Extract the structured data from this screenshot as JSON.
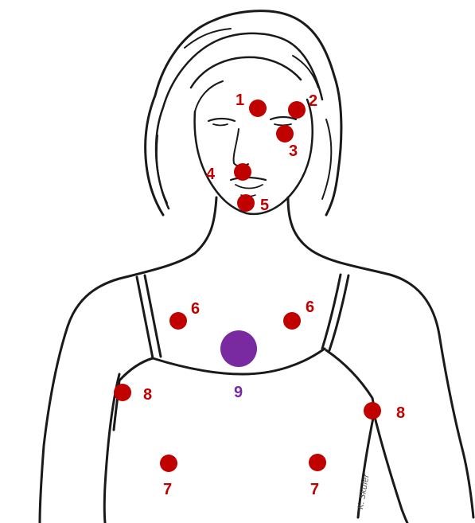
{
  "colors": {
    "point_red": "#c10000",
    "point_purple": "#7a2aa0",
    "ink": "#1a1a1a"
  },
  "points": [
    {
      "id": "p1",
      "label": "1",
      "color": "red"
    },
    {
      "id": "p2",
      "label": "2",
      "color": "red"
    },
    {
      "id": "p3",
      "label": "3",
      "color": "red"
    },
    {
      "id": "p4",
      "label": "4",
      "color": "red"
    },
    {
      "id": "p5",
      "label": "5",
      "color": "red"
    },
    {
      "id": "p6-left",
      "label": "6",
      "color": "red"
    },
    {
      "id": "p6-right",
      "label": "6",
      "color": "red"
    },
    {
      "id": "p7-left",
      "label": "7",
      "color": "red"
    },
    {
      "id": "p7-right",
      "label": "7",
      "color": "red"
    },
    {
      "id": "p8-left",
      "label": "8",
      "color": "red"
    },
    {
      "id": "p8-right",
      "label": "8",
      "color": "red"
    },
    {
      "id": "p9",
      "label": "9",
      "color": "purple"
    }
  ],
  "signature": "K. Skuler"
}
